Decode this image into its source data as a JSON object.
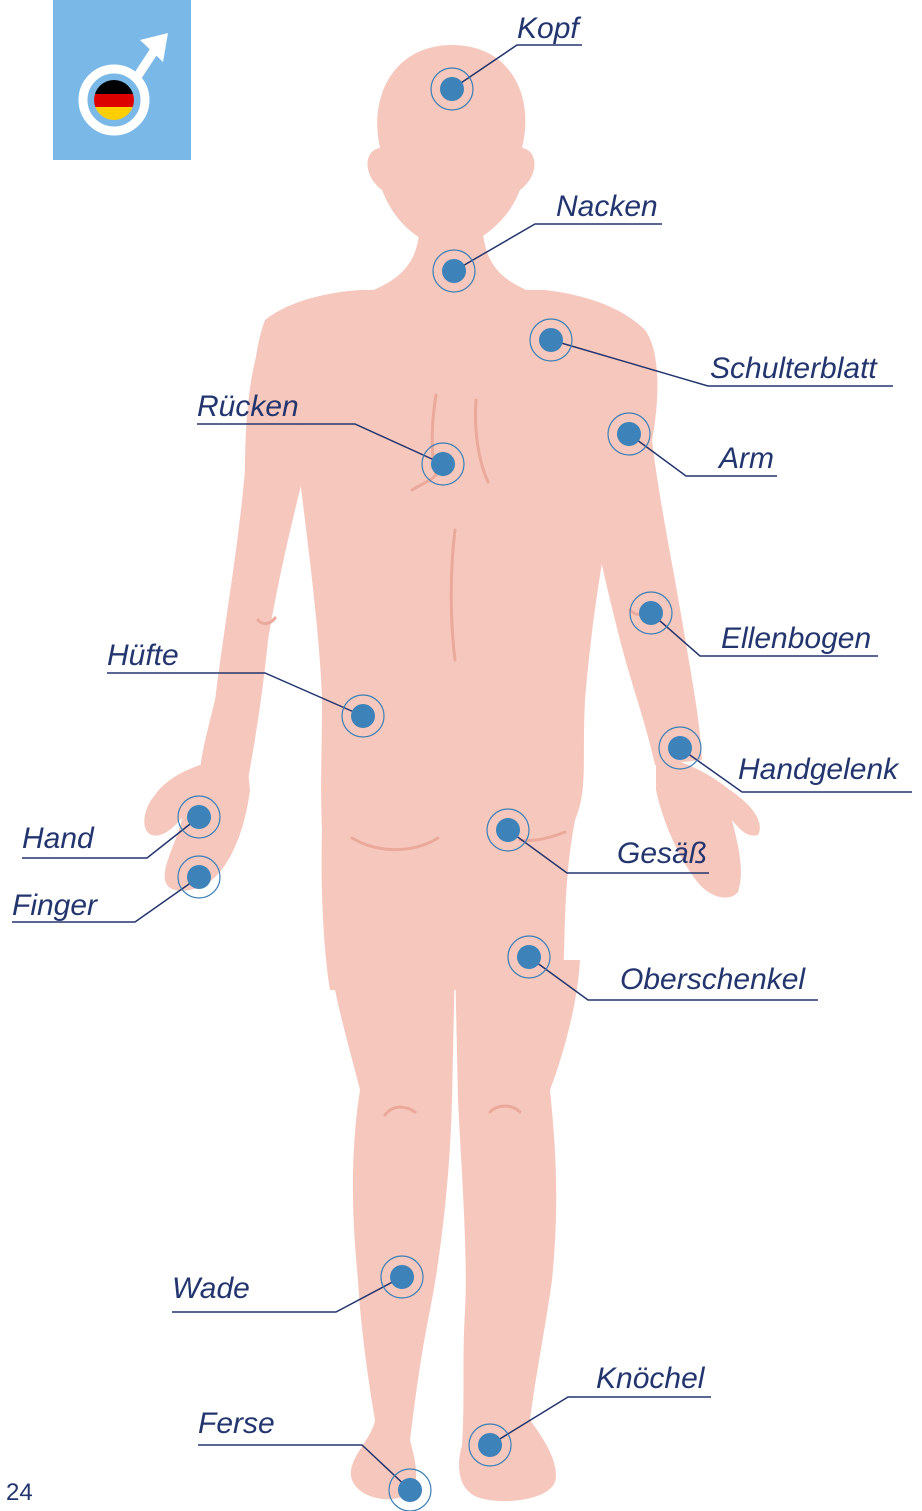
{
  "page_number": "24",
  "badge": {
    "icon": "male-symbol-icon",
    "flag": "germany-flag-icon",
    "background": "#7ab8e8",
    "flag_colors": [
      "#000000",
      "#dd0000",
      "#ffce00"
    ]
  },
  "colors": {
    "skin": "#f6c8bd",
    "marker": "#3d82b8",
    "label": "#23356e"
  },
  "body_parts": [
    {
      "id": "kopf",
      "label": "Kopf"
    },
    {
      "id": "nacken",
      "label": "Nacken"
    },
    {
      "id": "schulterblatt",
      "label": "Schulterblatt"
    },
    {
      "id": "ruecken",
      "label": "Rücken"
    },
    {
      "id": "arm",
      "label": "Arm"
    },
    {
      "id": "ellenbogen",
      "label": "Ellenbogen"
    },
    {
      "id": "huefte",
      "label": "Hüfte"
    },
    {
      "id": "handgelenk",
      "label": "Handgelenk"
    },
    {
      "id": "hand",
      "label": "Hand"
    },
    {
      "id": "gesaess",
      "label": "Gesäß"
    },
    {
      "id": "finger",
      "label": "Finger"
    },
    {
      "id": "oberschenkel",
      "label": "Oberschenkel"
    },
    {
      "id": "wade",
      "label": "Wade"
    },
    {
      "id": "knoechel",
      "label": "Knöchel"
    },
    {
      "id": "ferse",
      "label": "Ferse"
    }
  ]
}
